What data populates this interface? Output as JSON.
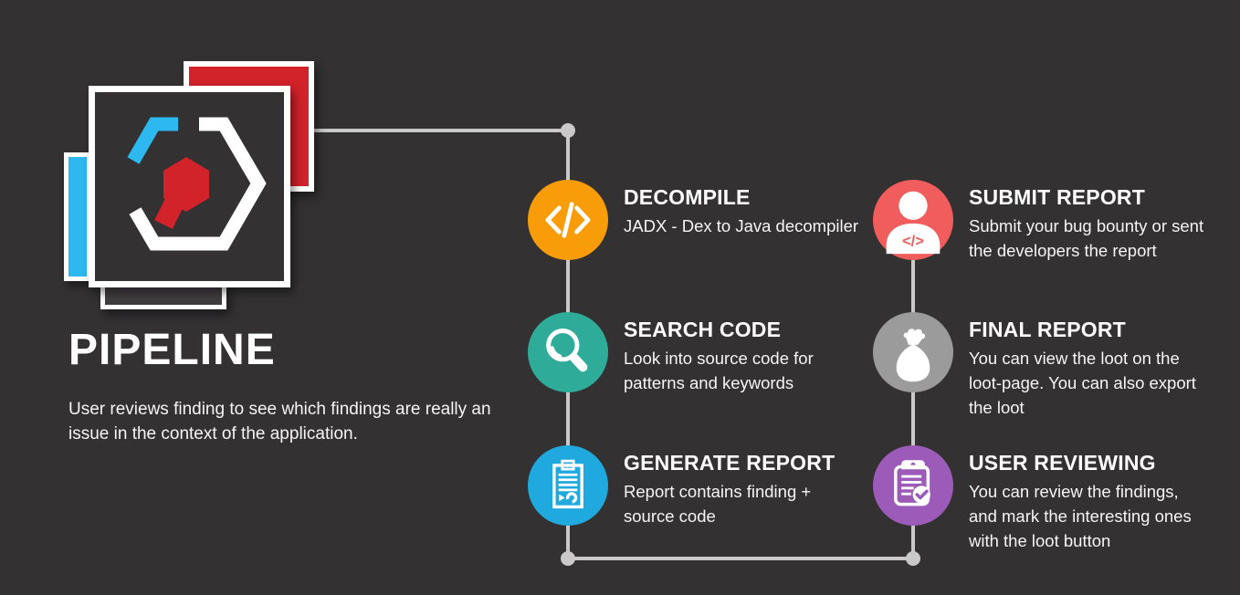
{
  "background_color": "#333132",
  "connector_color": "#C9C9C9",
  "logo": {
    "name": "code-review-hexagon-logo",
    "colors": {
      "red": "#D2222A",
      "cyan": "#2EB8F0",
      "dark": "#333132",
      "white": "#FFFFFF"
    }
  },
  "headline": {
    "title": "PIPELINE",
    "subtitle": "User reviews finding to see which findings are really an\nissue in the context of the application."
  },
  "steps": [
    {
      "id": "decompile",
      "title": "DECOMPILE",
      "description": "JADX - Dex to Java decompiler",
      "color": "#F89C0A",
      "icon": "code-icon"
    },
    {
      "id": "search-code",
      "title": "SEARCH CODE",
      "description": "Look into source code for\npatterns and keywords",
      "color": "#2FAB9A",
      "icon": "magnifier-icon"
    },
    {
      "id": "generate-report",
      "title": "GENERATE REPORT",
      "description": "Report contains finding +\nsource code",
      "color": "#1FA9DE",
      "icon": "report-document-icon"
    },
    {
      "id": "submit-report",
      "title": "SUBMIT REPORT",
      "description": "Submit your bug bounty or sent\nthe developers the report",
      "color": "#F15C5C",
      "icon": "developer-person-icon"
    },
    {
      "id": "final-report",
      "title": "FINAL REPORT",
      "description": "You can view the loot on the\nloot-page. You can also export\nthe loot",
      "color": "#9B9B9B",
      "icon": "money-bag-icon"
    },
    {
      "id": "user-reviewing",
      "title": "USER REVIEWING",
      "description": "You can review the findings,\nand mark the interesting ones\nwith the loot button",
      "color": "#9D5BB9",
      "icon": "clipboard-check-icon"
    }
  ]
}
